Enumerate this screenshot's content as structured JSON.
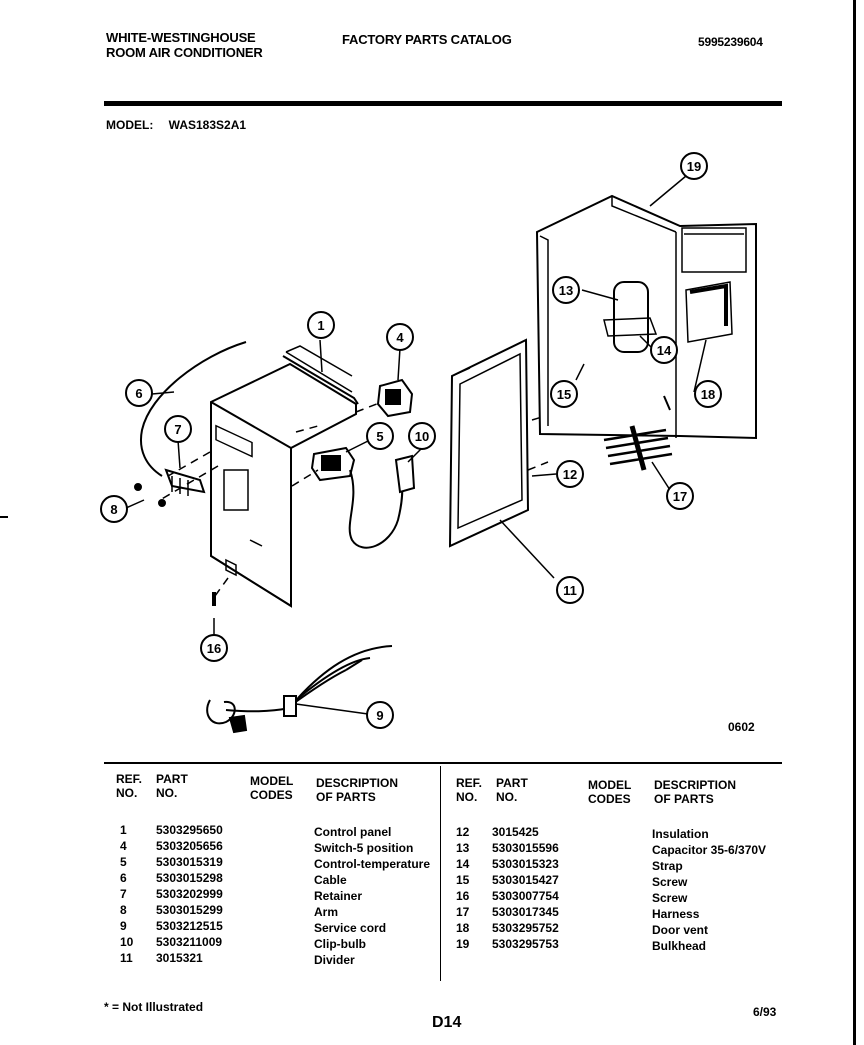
{
  "header": {
    "brand_line1": "WHITE-WESTINGHOUSE",
    "brand_line2": "ROOM AIR CONDITIONER",
    "catalog_title": "FACTORY PARTS CATALOG",
    "catalog_number": "5995239604"
  },
  "model": {
    "label": "MODEL:",
    "value": "WAS183S2A1"
  },
  "diagram": {
    "figure_code": "0602",
    "callouts": [
      "1",
      "4",
      "5",
      "6",
      "7",
      "8",
      "9",
      "10",
      "11",
      "12",
      "13",
      "14",
      "15",
      "16",
      "17",
      "18",
      "19"
    ]
  },
  "table": {
    "headers": {
      "ref_line1": "REF.",
      "ref_line2": "NO.",
      "part_line1": "PART",
      "part_line2": "NO.",
      "model_line1": "MODEL",
      "model_line2": "CODES",
      "desc_line1": "DESCRIPTION",
      "desc_line2": "OF PARTS"
    },
    "left_rows": [
      {
        "ref": "1",
        "part": "5303295650",
        "desc": "Control panel"
      },
      {
        "ref": "4",
        "part": "5303205656",
        "desc": "Switch-5 position"
      },
      {
        "ref": "5",
        "part": "5303015319",
        "desc": "Control-temperature"
      },
      {
        "ref": "6",
        "part": "5303015298",
        "desc": "Cable"
      },
      {
        "ref": "7",
        "part": "5303202999",
        "desc": "Retainer"
      },
      {
        "ref": "8",
        "part": "5303015299",
        "desc": "Arm"
      },
      {
        "ref": "9",
        "part": "5303212515",
        "desc": "Service cord"
      },
      {
        "ref": "10",
        "part": "5303211009",
        "desc": "Clip-bulb"
      },
      {
        "ref": "11",
        "part": "3015321",
        "desc": "Divider"
      }
    ],
    "right_rows": [
      {
        "ref": "12",
        "part": "3015425",
        "desc": "Insulation"
      },
      {
        "ref": "13",
        "part": "5303015596",
        "desc": "Capacitor 35-6/370V"
      },
      {
        "ref": "14",
        "part": "5303015323",
        "desc": "Strap"
      },
      {
        "ref": "15",
        "part": "5303015427",
        "desc": "Screw"
      },
      {
        "ref": "16",
        "part": "5303007754",
        "desc": "Screw"
      },
      {
        "ref": "17",
        "part": "5303017345",
        "desc": "Harness"
      },
      {
        "ref": "18",
        "part": "5303295752",
        "desc": "Door vent"
      },
      {
        "ref": "19",
        "part": "5303295753",
        "desc": "Bulkhead"
      }
    ]
  },
  "footer": {
    "note": "* = Not Illustrated",
    "page_code": "D14",
    "date_code": "6/93"
  }
}
